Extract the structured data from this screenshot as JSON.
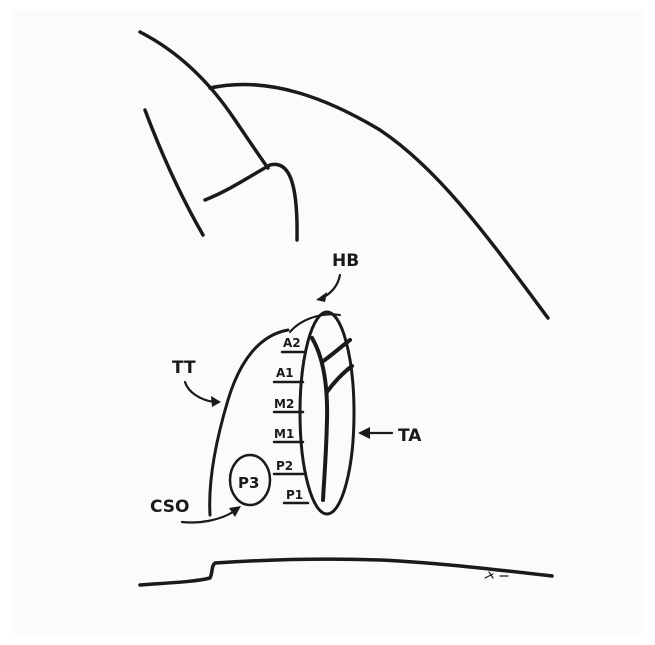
{
  "labels": {
    "hb": "HB",
    "tt": "TT",
    "ta": "TA",
    "cso": "CSO",
    "p3": "P3",
    "segments": [
      "A2",
      "A1",
      "M2",
      "M1",
      "P2",
      "P1"
    ]
  }
}
